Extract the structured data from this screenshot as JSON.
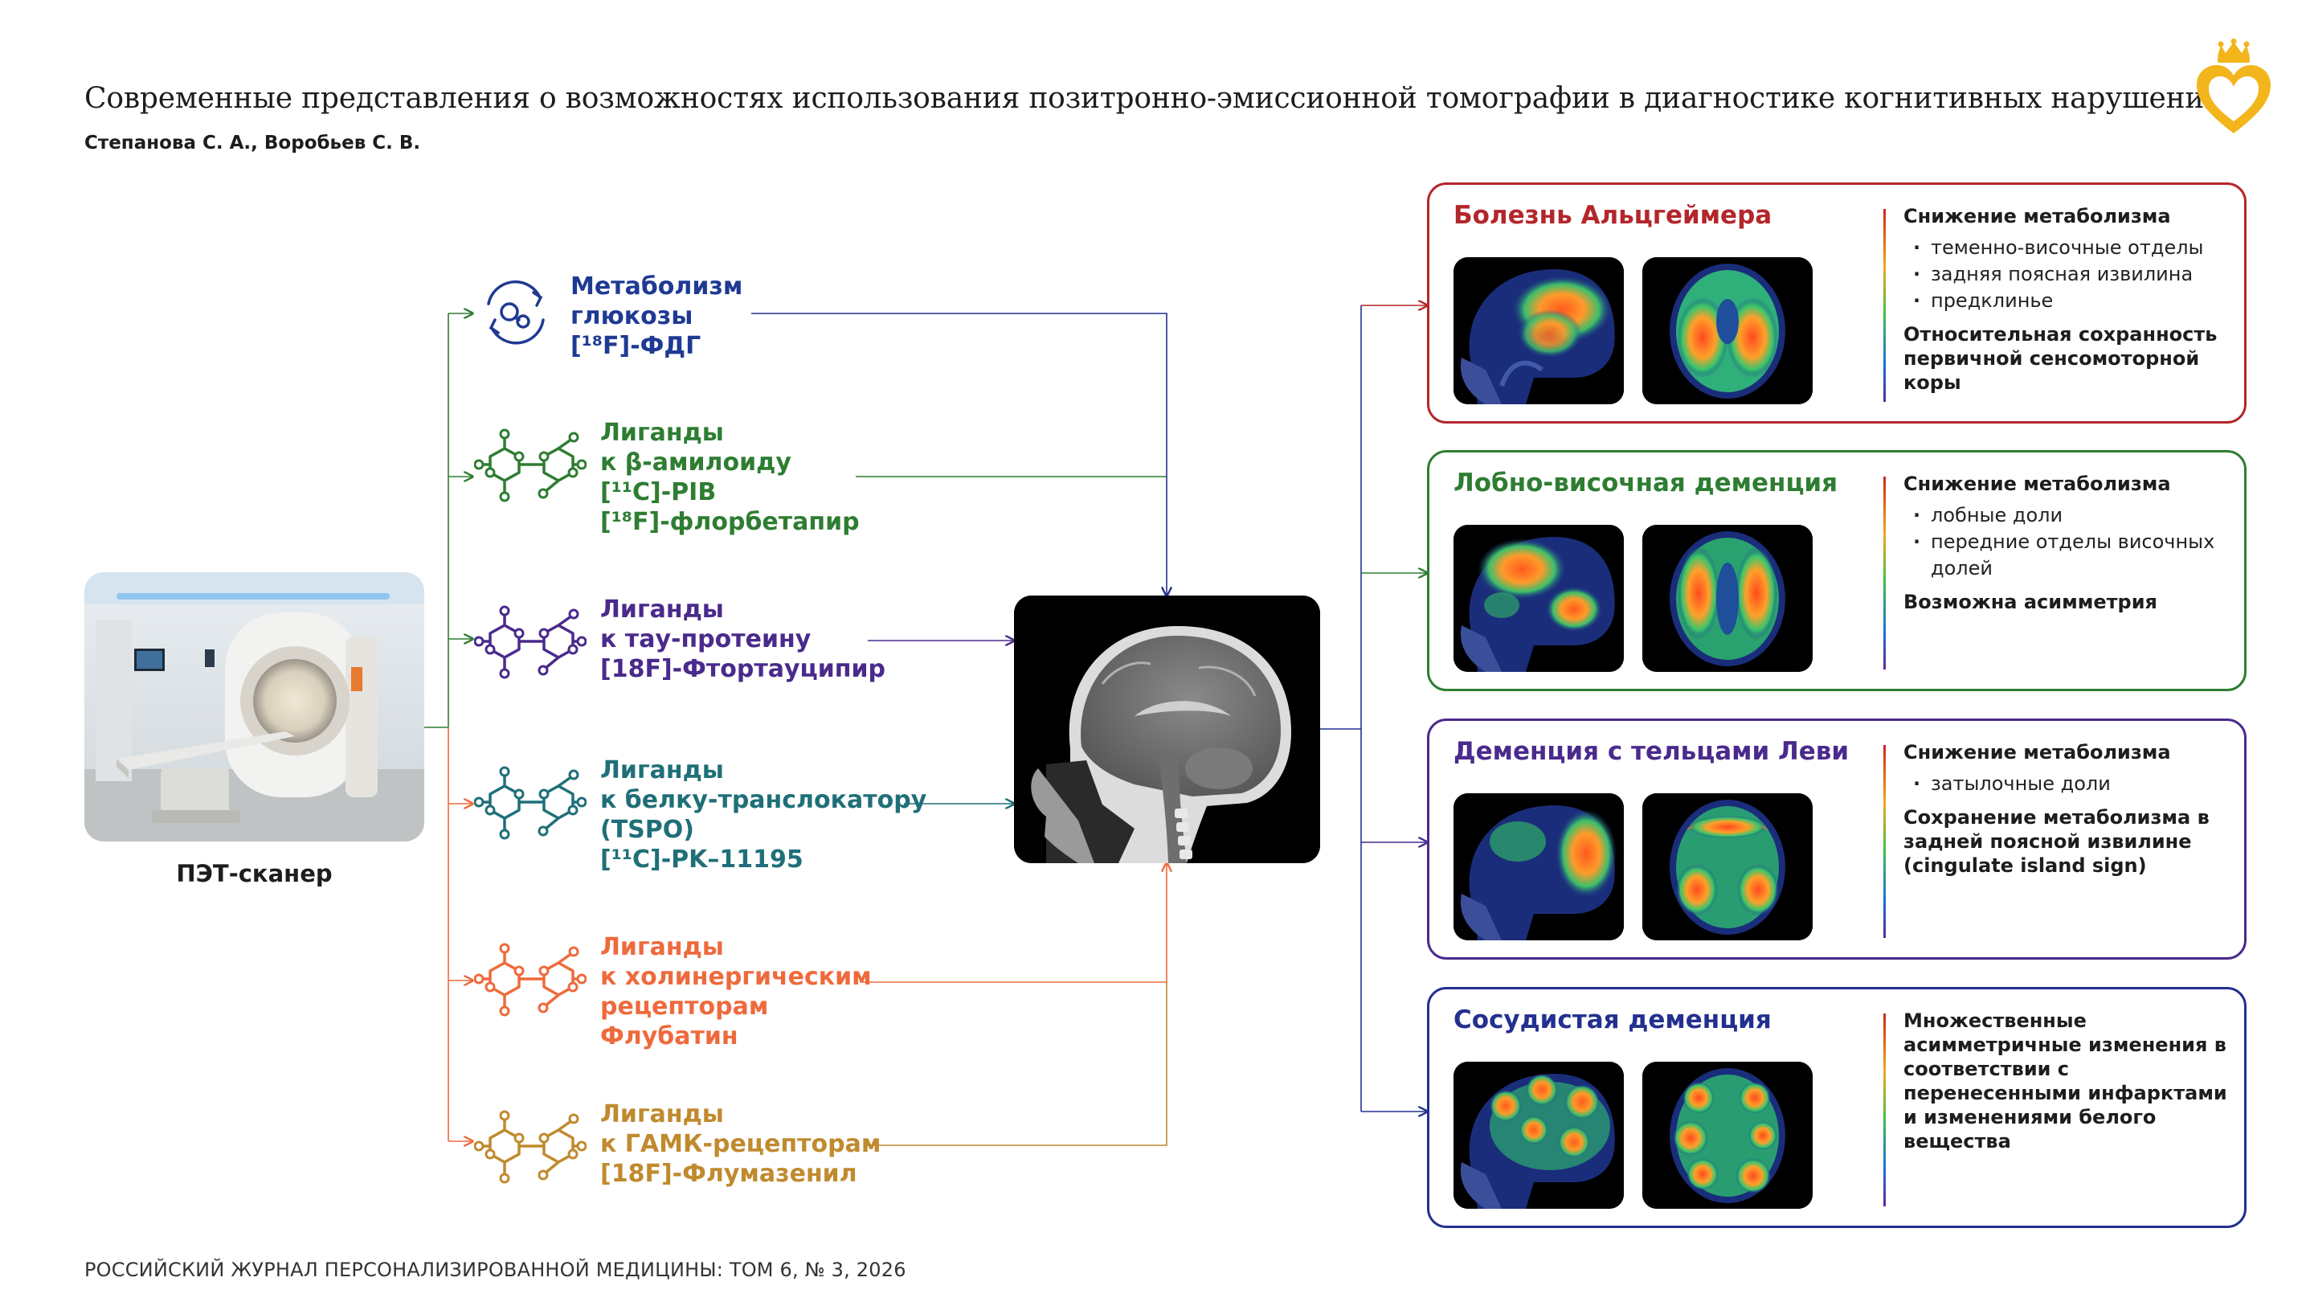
{
  "header": {
    "title": "Современные представления о возможностях использования позитронно-эмиссионной томографии в диагностике когнитивных нарушений",
    "authors": "Степанова С. А., Воробьев С. В."
  },
  "footer": {
    "text": "РОССИЙСКИЙ ЖУРНАЛ ПЕРСОНАЛИЗИРОВАННОЙ МЕДИЦИНЫ: ТОМ 6, № 3, 2026"
  },
  "scanner": {
    "label": "ПЭТ-сканер"
  },
  "colors": {
    "blue": "#1f3a93",
    "green": "#2e7d32",
    "purple": "#4a2a8c",
    "teal": "#1f6f78",
    "orange": "#ee6a3c",
    "gold": "#c08a2e",
    "red": "#b3262b",
    "navy": "#23308f",
    "logo": "#f2b51c"
  },
  "tracers": [
    {
      "icon": "glucose-cycle-icon",
      "color": "#1f3a93",
      "lines": [
        "Метаболизм",
        "глюкозы",
        "[¹⁸F]-ФДГ"
      ]
    },
    {
      "icon": "molecule-icon",
      "color": "#2e7d32",
      "lines": [
        "Лиганды",
        "к β-амилоиду",
        "[¹¹C]-PIB",
        "[¹⁸F]-флорбетапир"
      ]
    },
    {
      "icon": "molecule-icon",
      "color": "#4a2a8c",
      "lines": [
        "Лиганды",
        "к тау-протеину",
        "[18F]-Фтортауципир"
      ]
    },
    {
      "icon": "molecule-icon",
      "color": "#1f6f78",
      "lines": [
        "Лиганды",
        "к белку-транслокатору",
        "(TSPO)",
        "[¹¹C]-PK–11195"
      ]
    },
    {
      "icon": "molecule-icon",
      "color": "#ee6a3c",
      "lines": [
        "Лиганды",
        "к холинергическим",
        "рецепторам",
        "Флубатин"
      ]
    },
    {
      "icon": "molecule-icon",
      "color": "#c08a2e",
      "lines": [
        "Лиганды",
        "к ГАМК-рецепторам",
        "[18F]-Флумазенил"
      ]
    }
  ],
  "cards": [
    {
      "title": "Болезнь Альцгеймера",
      "color": "#b3262b",
      "heading": "Снижение метаболизма",
      "bullets": [
        "теменно-височные отделы",
        "задняя поясная извилина",
        "предклинье"
      ],
      "note": "Относительная сохранность первичной сенсомоторной коры"
    },
    {
      "title": "Лобно-височная деменция",
      "color": "#2e7d32",
      "heading": "Снижение метаболизма",
      "bullets": [
        "лобные доли",
        "передние отделы височных долей"
      ],
      "note": "Возможна асимметрия"
    },
    {
      "title": "Деменция с тельцами Леви",
      "color": "#4a2a8c",
      "heading": "Снижение метаболизма",
      "bullets": [
        "затылочные доли"
      ],
      "note": "Сохранение метаболизма в задней поясной извилине (cingulate island sign)"
    },
    {
      "title": "Сосудистая деменция",
      "color": "#23308f",
      "heading": "Множественные асимметричные изменения в соответствии с перенесенными инфарктами и изменениями белого вещества",
      "bullets": [],
      "note": ""
    }
  ]
}
